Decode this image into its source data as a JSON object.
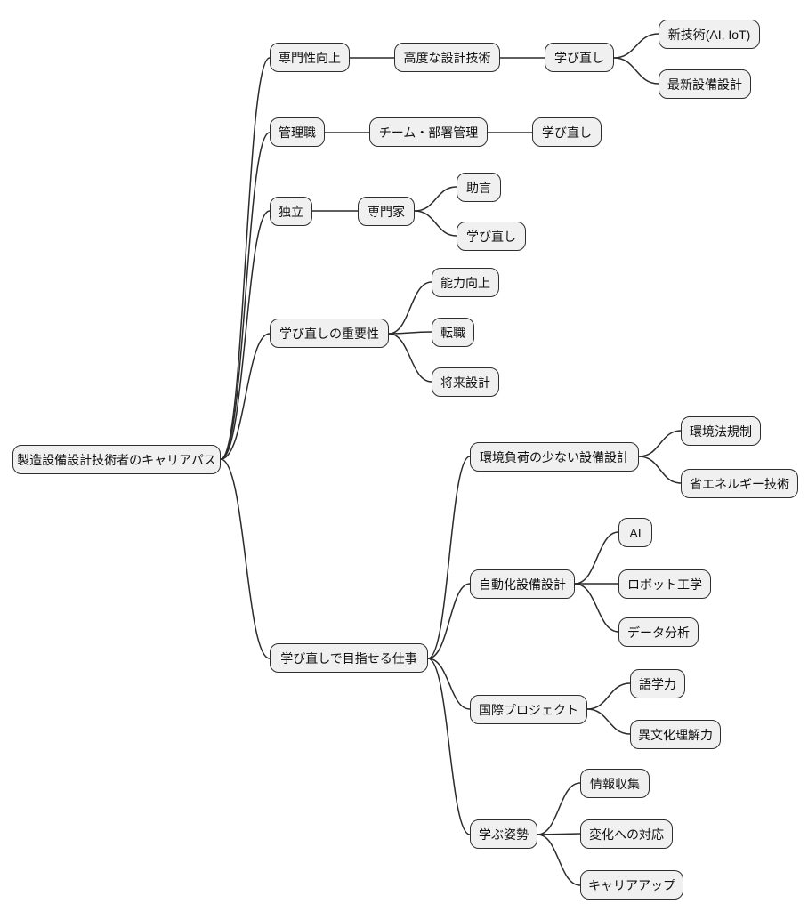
{
  "diagram": {
    "type": "mindmap",
    "orientation": "left-to-right",
    "colors": {
      "background": "#ffffff",
      "node_fill": "#f0f0f0",
      "node_border": "#2e2e2e",
      "edge": "#2b2b2b",
      "text": "#111111"
    }
  },
  "nodes": [
    {
      "id": "root",
      "label": "製造設備設計技術者のキャリアパス",
      "parent": null
    },
    {
      "id": "specialization",
      "label": "専門性向上",
      "parent": "root"
    },
    {
      "id": "advanced-design",
      "label": "高度な設計技術",
      "parent": "specialization"
    },
    {
      "id": "relearning-1",
      "label": "学び直し",
      "parent": "advanced-design"
    },
    {
      "id": "new-tech",
      "label": "新技術(AI, IoT)",
      "parent": "relearning-1"
    },
    {
      "id": "latest-equipment",
      "label": "最新設備設計",
      "parent": "relearning-1"
    },
    {
      "id": "management",
      "label": "管理職",
      "parent": "root"
    },
    {
      "id": "team-dept",
      "label": "チーム・部署管理",
      "parent": "management"
    },
    {
      "id": "relearning-2",
      "label": "学び直し",
      "parent": "team-dept"
    },
    {
      "id": "independence",
      "label": "独立",
      "parent": "root"
    },
    {
      "id": "expert",
      "label": "専門家",
      "parent": "independence"
    },
    {
      "id": "advice",
      "label": "助言",
      "parent": "expert"
    },
    {
      "id": "relearning-3",
      "label": "学び直し",
      "parent": "expert"
    },
    {
      "id": "relearning-importance",
      "label": "学び直しの重要性",
      "parent": "root"
    },
    {
      "id": "skill-up",
      "label": "能力向上",
      "parent": "relearning-importance"
    },
    {
      "id": "job-change",
      "label": "転職",
      "parent": "relearning-importance"
    },
    {
      "id": "future-planning",
      "label": "将来設計",
      "parent": "relearning-importance"
    },
    {
      "id": "jobs-via-relearning",
      "label": "学び直しで目指せる仕事",
      "parent": "root"
    },
    {
      "id": "eco-equipment-design",
      "label": "環境負荷の少ない設備設計",
      "parent": "jobs-via-relearning"
    },
    {
      "id": "env-regulations",
      "label": "環境法規制",
      "parent": "eco-equipment-design"
    },
    {
      "id": "energy-saving",
      "label": "省エネルギー技術",
      "parent": "eco-equipment-design"
    },
    {
      "id": "automation-design",
      "label": "自動化設備設計",
      "parent": "jobs-via-relearning"
    },
    {
      "id": "ai",
      "label": "AI",
      "parent": "automation-design"
    },
    {
      "id": "robotics",
      "label": "ロボット工学",
      "parent": "automation-design"
    },
    {
      "id": "data-analysis",
      "label": "データ分析",
      "parent": "automation-design"
    },
    {
      "id": "international-projects",
      "label": "国際プロジェクト",
      "parent": "jobs-via-relearning"
    },
    {
      "id": "language-skills",
      "label": "語学力",
      "parent": "international-projects"
    },
    {
      "id": "cross-cultural",
      "label": "異文化理解力",
      "parent": "international-projects"
    },
    {
      "id": "learning-attitude",
      "label": "学ぶ姿勢",
      "parent": "jobs-via-relearning"
    },
    {
      "id": "info-gathering",
      "label": "情報収集",
      "parent": "learning-attitude"
    },
    {
      "id": "adapt-to-change",
      "label": "変化への対応",
      "parent": "learning-attitude"
    },
    {
      "id": "career-up",
      "label": "キャリアアップ",
      "parent": "learning-attitude"
    }
  ]
}
